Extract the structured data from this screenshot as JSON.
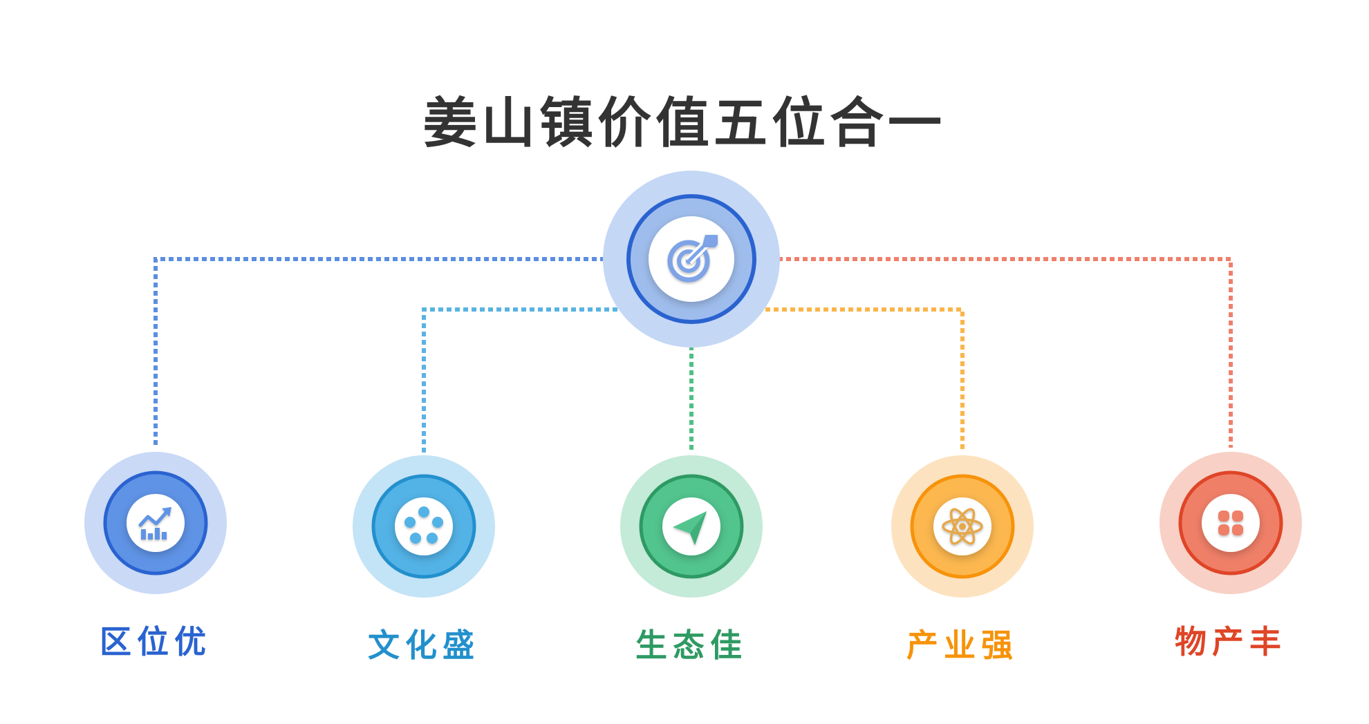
{
  "title": "姜山镇价值五位合一",
  "center": {
    "icon": "target-arrow-icon",
    "colors": {
      "outer": "#c4d7f5",
      "inner": "#9fbdec",
      "ring": "#2a63d0"
    }
  },
  "nodes": [
    {
      "label": "区位优",
      "icon": "trend-chart-icon",
      "colors": {
        "outer": "#c9d9f6",
        "inner": "#5f93e6",
        "ring": "#2a63d0",
        "text": "#2a63d0",
        "line": "#5b8ee0"
      }
    },
    {
      "label": "文化盛",
      "icon": "dots-circle-icon",
      "colors": {
        "outer": "#c3e3f6",
        "inner": "#53b2e6",
        "ring": "#2290cc",
        "text": "#2290cc",
        "line": "#59b3e2"
      }
    },
    {
      "label": "生态佳",
      "icon": "paper-plane-icon",
      "colors": {
        "outer": "#c4ead8",
        "inner": "#52c48e",
        "ring": "#2e9a63",
        "text": "#2e9a63",
        "line": "#4fbf88"
      }
    },
    {
      "label": "产业强",
      "icon": "atom-icon",
      "colors": {
        "outer": "#fde2bf",
        "inner": "#fcb74f",
        "ring": "#f7930a",
        "text": "#f7930a",
        "line": "#fbb54a"
      }
    },
    {
      "label": "物产丰",
      "icon": "clover-icon",
      "colors": {
        "outer": "#f8d0c6",
        "inner": "#f07f68",
        "ring": "#df4527",
        "text": "#df4527",
        "line": "#ee806b"
      }
    }
  ]
}
